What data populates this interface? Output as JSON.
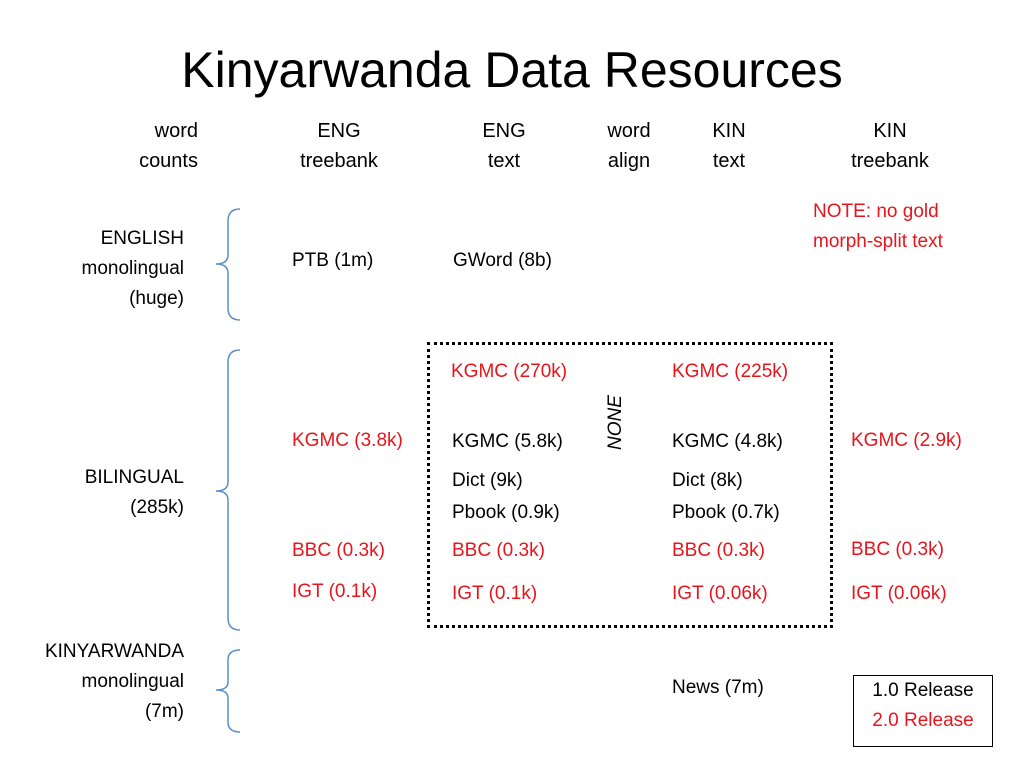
{
  "title": "Kinyarwanda Data Resources",
  "headers": {
    "word_counts": "word\ncounts",
    "eng_treebank": "ENG\ntreebank",
    "eng_text": "ENG\ntext",
    "word_align": "word\nalign",
    "kin_text": "KIN\ntext",
    "kin_treebank": "KIN\ntreebank"
  },
  "groups": {
    "english": "ENGLISH\nmonolingual\n(huge)",
    "bilingual": "BILINGUAL\n(285k)",
    "kinyarwanda": "KINYARWANDA\nmonolingual\n(7m)"
  },
  "note": "NOTE:  no gold\nmorph-split text",
  "english_row": {
    "eng_treebank": "PTB (1m)",
    "eng_text": "GWord (8b)"
  },
  "bilingual_rows": {
    "eng_text_kgmc_big": "KGMC (270k)",
    "kin_text_kgmc_big": "KGMC (225k)",
    "eng_treebank_kgmc": "KGMC (3.8k)",
    "eng_text_kgmc": "KGMC (5.8k)",
    "kin_text_kgmc": "KGMC (4.8k)",
    "kin_treebank_kgmc": "KGMC (2.9k)",
    "eng_text_dict": "Dict (9k)",
    "kin_text_dict": "Dict (8k)",
    "eng_text_pbook": "Pbook (0.9k)",
    "kin_text_pbook": "Pbook (0.7k)",
    "eng_treebank_bbc": "BBC (0.3k)",
    "eng_text_bbc": "BBC (0.3k)",
    "kin_text_bbc": "BBC (0.3k)",
    "kin_treebank_bbc": "BBC (0.3k)",
    "eng_treebank_igt": "IGT (0.1k)",
    "eng_text_igt": "IGT (0.1k)",
    "kin_text_igt": "IGT (0.06k)",
    "kin_treebank_igt": "IGT (0.06k)"
  },
  "word_align_label": "NONE",
  "kinyarwanda_row": {
    "kin_text": "News (7m)"
  },
  "legend": {
    "release_1": "1.0 Release",
    "release_2": "2.0 Release"
  },
  "colors": {
    "release_1": "#000000",
    "release_2": "#e8141c",
    "brace": "#5b8fc7"
  }
}
